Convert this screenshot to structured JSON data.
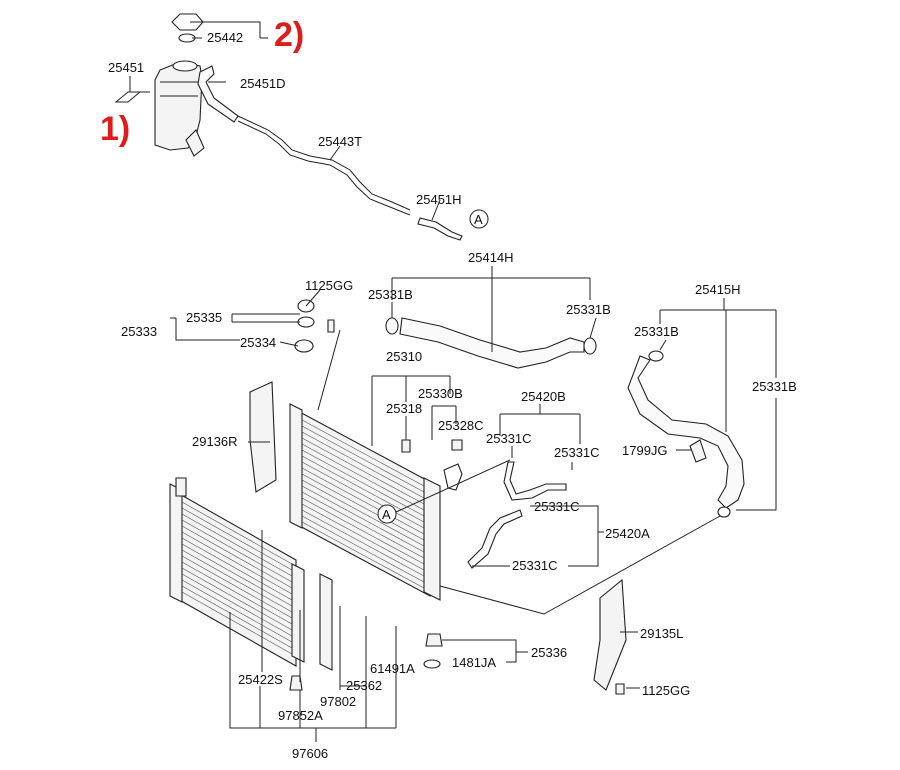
{
  "callouts": {
    "item1": "1)",
    "item2": "2)",
    "accent": "#e01b1b"
  },
  "parts": {
    "p25442": "25442",
    "p25451": "25451",
    "p25451D": "25451D",
    "p25443T": "25443T",
    "p25451H": "25451H",
    "refA1": "A",
    "p25414H": "25414H",
    "p1125GG_top": "1125GG",
    "p25331B_a": "25331B",
    "p25331B_b": "25331B",
    "p25335": "25335",
    "p25333": "25333",
    "p25334": "25334",
    "p25310": "25310",
    "p25330B": "25330B",
    "p25318": "25318",
    "p25328C": "25328C",
    "p25420B": "25420B",
    "p25331C_a": "25331C",
    "p25331C_b": "25331C",
    "p29136R": "29136R",
    "p25415H": "25415H",
    "p25331B_c": "25331B",
    "p25331B_d": "25331B",
    "p1799JG": "1799JG",
    "refA2": "A",
    "p25331C_c": "25331C",
    "p25420A": "25420A",
    "p25331C_d": "25331C",
    "p25336": "25336",
    "p1481JA": "1481JA",
    "p29135L": "29135L",
    "p1125GG_bot": "1125GG",
    "p25422S": "25422S",
    "p25362": "25362",
    "p61491A": "61491A",
    "p97802": "97802",
    "p97852A": "97852A",
    "p97606": "97606"
  }
}
